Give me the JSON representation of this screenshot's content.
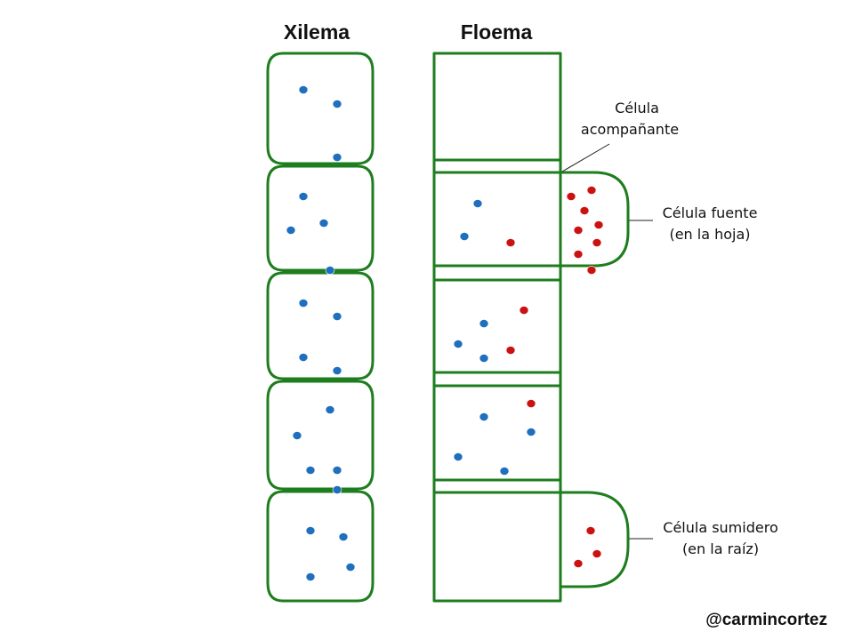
{
  "titles": {
    "xylem": "Xilema",
    "phloem": "Floema"
  },
  "labels": {
    "companion_cell": [
      "Célula",
      "acompañante"
    ],
    "source_cell": [
      "Célula fuente",
      "(en la hoja)"
    ],
    "sink_cell": [
      "Célula sumidero",
      "(en la raíz)"
    ]
  },
  "credit": "@carmincortez",
  "colors": {
    "cell_wall": "#1e7d1e",
    "water_dot": "#1f6fbf",
    "sugar_dot": "#cc1111",
    "text": "#111111"
  },
  "xylem": {
    "vessel_count": 5,
    "water_molecules_per_segment": [
      3,
      4,
      4,
      5,
      4
    ]
  },
  "phloem": {
    "sieve_cells": [
      {
        "index": 1,
        "water_molecules": 0,
        "sugar_molecules": 0
      },
      {
        "index": 2,
        "water_molecules": 2,
        "sugar_molecules": 1
      },
      {
        "index": 3,
        "water_molecules": 3,
        "sugar_molecules": 2
      },
      {
        "index": 4,
        "water_molecules": 4,
        "sugar_molecules": 1
      },
      {
        "index": 5,
        "water_molecules": 0,
        "sugar_molecules": 0
      }
    ],
    "source_cell_sugar_molecules": 8,
    "sink_cell_sugar_molecules": 3
  }
}
